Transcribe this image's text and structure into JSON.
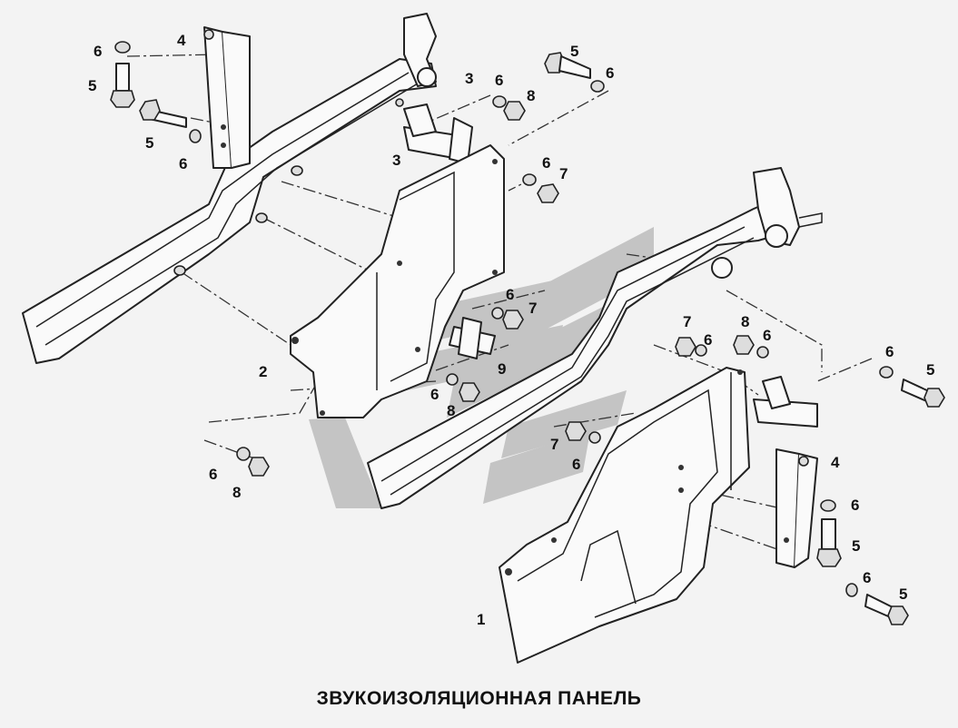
{
  "caption": "ЗВУКОИЗОЛЯЦИОННАЯ ПАНЕЛЬ",
  "labels": {
    "l_1": "1",
    "l_2": "2",
    "l_3a": "3",
    "l_3b": "3",
    "l_4a": "4",
    "l_4b": "4",
    "l_5a": "5",
    "l_5b": "5",
    "l_5c": "5",
    "l_5d": "5",
    "l_5e": "5",
    "l_5f": "5",
    "l_6a": "6",
    "l_6b": "6",
    "l_6c": "6",
    "l_6d": "6",
    "l_6e": "6",
    "l_6f": "6",
    "l_6g": "6",
    "l_6h": "6",
    "l_6i": "6",
    "l_6j": "6",
    "l_6k": "6",
    "l_6l": "6",
    "l_6m": "6",
    "l_7a": "7",
    "l_7b": "7",
    "l_7c": "7",
    "l_7d": "7",
    "l_8a": "8",
    "l_8b": "8",
    "l_8c": "8",
    "l_8d": "8",
    "l_9": "9"
  },
  "colors": {
    "watermark": "#c4c4c4",
    "line": "#222222",
    "background": "#f3f3f3"
  }
}
